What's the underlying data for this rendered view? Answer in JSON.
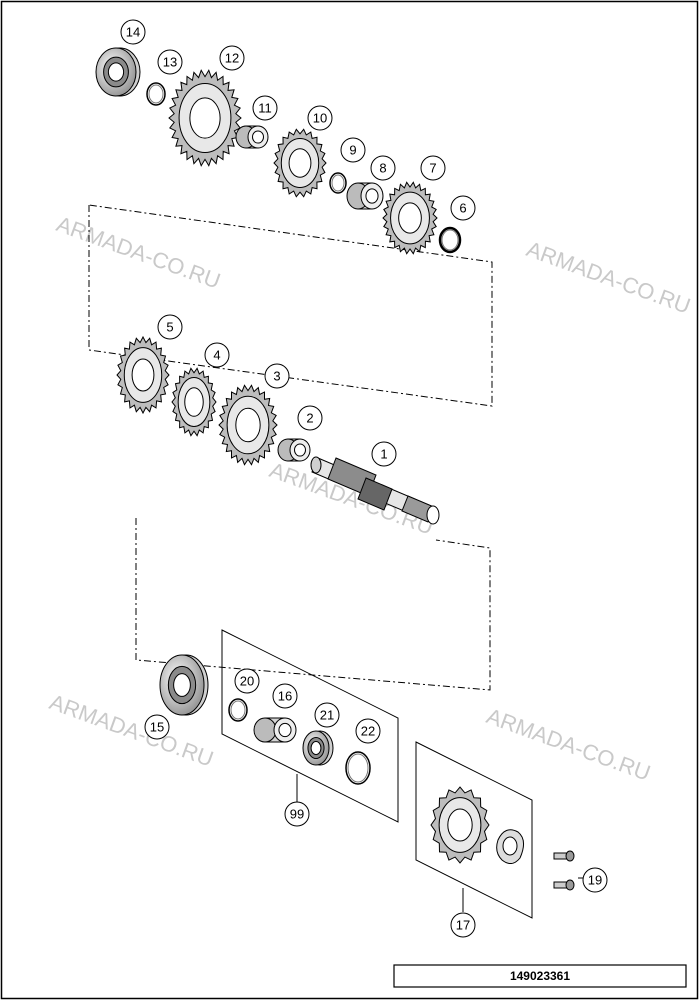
{
  "diagram": {
    "code": "149023361",
    "watermark": "ARMADA-CO.RU",
    "callouts": [
      "1",
      "2",
      "3",
      "4",
      "5",
      "6",
      "7",
      "8",
      "9",
      "10",
      "11",
      "12",
      "13",
      "14",
      "15",
      "16",
      "17",
      "19",
      "20",
      "21",
      "22",
      "99"
    ],
    "colors": {
      "line": "#000000",
      "part_fill": "#d9d9d9",
      "part_dark": "#7a7a7a",
      "watermark": "#b7b7b7"
    }
  }
}
